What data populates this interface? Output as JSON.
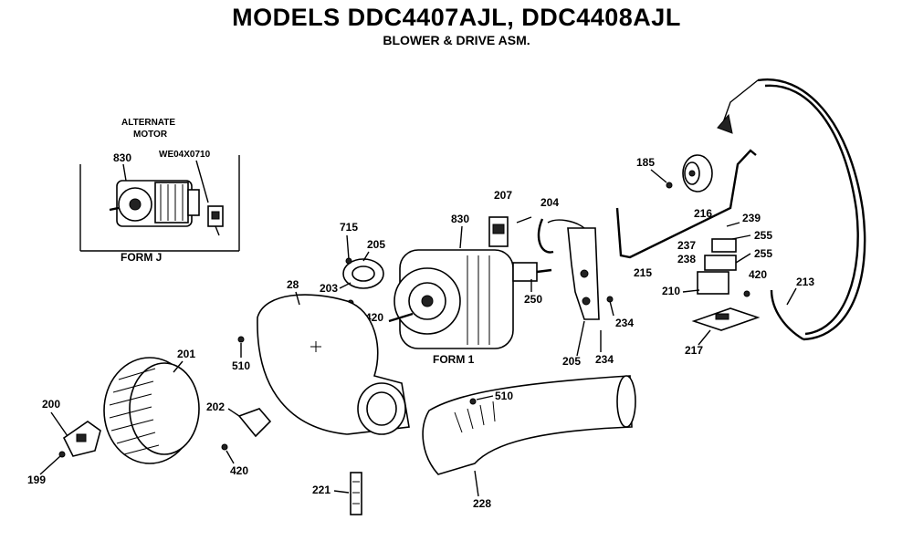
{
  "header": {
    "title": "MODELS DDC4407AJL, DDC4408AJL",
    "subtitle": "BLOWER & DRIVE ASM."
  },
  "inset": {
    "heading_line1": "ALTERNATE",
    "heading_line2": "MOTOR",
    "part_label": "830",
    "part_number": "WE04X0710",
    "form_label": "FORM J"
  },
  "form_labels": {
    "form1": "FORM 1"
  },
  "callouts": {
    "c185": "185",
    "c216": "216",
    "c239": "239",
    "c255a": "255",
    "c237": "237",
    "c238": "238",
    "c255b": "255",
    "c207": "207",
    "c204": "204",
    "c830": "830",
    "c715": "715",
    "c205top": "205",
    "c203": "203",
    "c420a": "420",
    "c28": "28",
    "c250": "250",
    "c234a": "234",
    "c205b": "205",
    "c234b": "234",
    "c215": "215",
    "c210": "210",
    "c420b": "420",
    "c213": "213",
    "c217": "217",
    "c510a": "510",
    "c201": "201",
    "c202": "202",
    "c200": "200",
    "c199": "199",
    "c420c": "420",
    "c510b": "510",
    "c221": "221",
    "c228": "228"
  }
}
